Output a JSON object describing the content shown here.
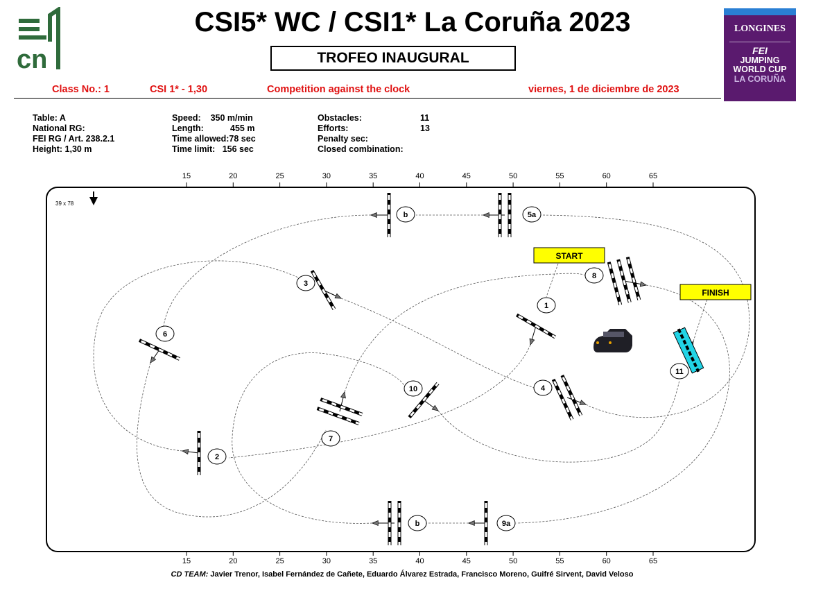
{
  "header": {
    "title": "CSI5* WC / CSI1* La Coruña 2023",
    "subtitle": "TROFEO INAUGURAL",
    "class_no": "Class No.: 1",
    "category": "CSI 1* - 1,30",
    "competition": "Competition against the clock",
    "date": "viernes, 1 de diciembre de 2023",
    "logo_left": "cn",
    "logo_right": {
      "brand": "LONGINES",
      "fei": "FEI",
      "line1": "JUMPING",
      "line2": "WORLD CUP",
      "line3": "LA CORUÑA"
    }
  },
  "info": {
    "col1": [
      "Table: A",
      "National RG:",
      "FEI RG / Art. 238.2.1",
      "Height: 1,30 m"
    ],
    "col2": [
      "Speed:    350 m/min",
      "Length:           455 m",
      "Time allowed:78 sec",
      "Time limit:   156 sec"
    ],
    "col3": [
      "Obstacles:",
      "Efforts:",
      "Penalty sec:",
      "Closed combination:"
    ],
    "col3_values": [
      "11",
      "13",
      "",
      ""
    ]
  },
  "arena": {
    "size_label": "39 x 78",
    "ruler": [
      "15",
      "20",
      "25",
      "30",
      "35",
      "40",
      "45",
      "50",
      "55",
      "60",
      "65"
    ],
    "start_label": "START",
    "finish_label": "FINISH",
    "obstacles": [
      "1",
      "2",
      "3",
      "4",
      "5a",
      "b",
      "6",
      "7",
      "8",
      "9a",
      "b",
      "10",
      "11"
    ]
  },
  "footer": {
    "label": "CD TEAM:",
    "names": " Javier Trenor, Isabel Fernández de Cañete,  Eduardo Álvarez Estrada, Francisco Moreno, Guifré Sirvent, David Veloso"
  }
}
